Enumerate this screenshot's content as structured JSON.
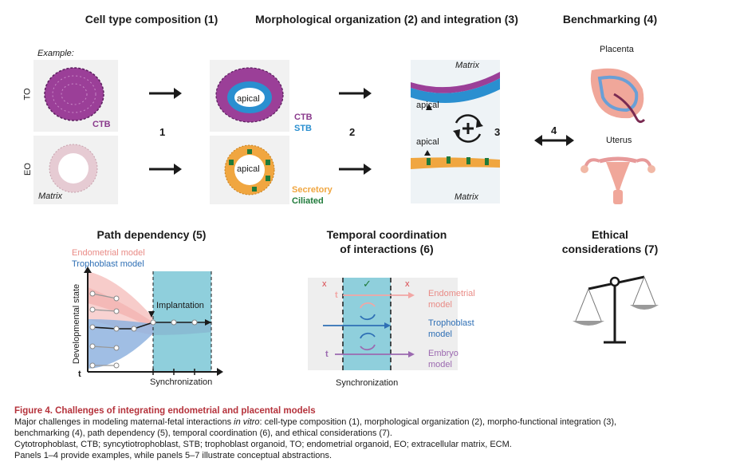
{
  "headings": {
    "cell_type": "Cell type composition (1)",
    "morph": "Morphological organization (2) and integration (3)",
    "bench": "Benchmarking (4)",
    "path": "Path dependency (5)",
    "temporal_line1": "Temporal coordination",
    "temporal_line2": "of interactions (6)",
    "ethical_line1": "Ethical",
    "ethical_line2": "considerations (7)"
  },
  "panel1": {
    "example": "Example:",
    "row_to": "TO",
    "row_eo": "EO",
    "ctb": "CTB",
    "matrix": "Matrix",
    "step1": "1",
    "step2": "2",
    "step3": "3",
    "step4": "4",
    "apical": "apical",
    "ctb_legend": "CTB",
    "stb_legend": "STB",
    "secretory": "Secretory",
    "ciliated": "Ciliated",
    "matrix_top": "Matrix",
    "matrix_bottom": "Matrix",
    "placenta": "Placenta",
    "uterus": "Uterus"
  },
  "path_panel": {
    "endo_model": "Endometrial model",
    "tropho_model": "Trophoblast model",
    "ylabel": "Developmental state",
    "t": "t",
    "implantation": "Implantation",
    "xlabel": "Synchronization"
  },
  "temporal_panel": {
    "x_left": "x",
    "check": "✓",
    "x_right": "x",
    "endo": "Endometrial model",
    "tropho": "Trophoblast model",
    "embryo": "Embryo model",
    "t1": "t",
    "t2": "t",
    "xlabel": "Synchronization"
  },
  "caption": {
    "title": "Figure 4. Challenges of integrating endometrial and placental models",
    "line1_pre": "Major challenges in modeling maternal-fetal interactions ",
    "line1_em": "in vitro",
    "line1_post": ": cell-type composition (1), morphological organization (2), morpho-functional integration (3),",
    "line2": "benchmarking (4), path dependency (5), temporal coordination (6), and ethical considerations (7).",
    "line3": "Cytotrophoblast, CTB; syncytiotrophoblast, STB; trophoblast organoid, TO; endometrial organoid, EO; extracellular matrix, ECM.",
    "line4": "Panels 1–4 provide examples, while panels 5–7 illustrate conceptual abstractions."
  },
  "colors": {
    "ctb_purple": "#8a3a8c",
    "stb_blue": "#2a8fd0",
    "secretory": "#f0a640",
    "ciliated": "#1f7a3a",
    "endometrial_pink": "#f2a6a4",
    "trophoblast_blue": "#2e6fb5",
    "embryo_purple": "#9b69b0",
    "sync_teal": "#8fcfdc",
    "caption_red": "#b5323b"
  }
}
